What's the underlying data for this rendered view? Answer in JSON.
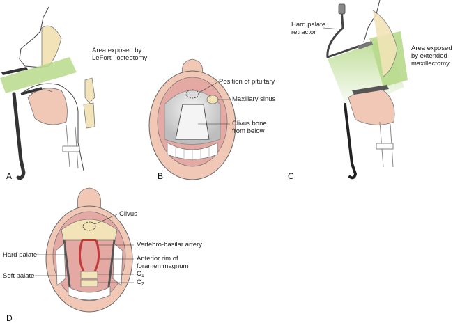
{
  "panels": {
    "a": {
      "letter": "A",
      "area_label": "Area exposed by\nLeFort I osteotomy"
    },
    "b": {
      "letter": "B",
      "pituitary_label": "Position of pituitary",
      "sinus_label": "Maxillary sinus",
      "clivus_label": "Clivus bone\nfrom below"
    },
    "c": {
      "letter": "C",
      "retractor_label": "Hard palate\nretractor",
      "area_label": "Area exposed\nby extended\nmaxillectomy"
    },
    "d": {
      "letter": "D",
      "clivus_label": "Clivus",
      "artery_label": "Vertebro-basilar artery",
      "hard_palate_label": "Hard palate",
      "foramen_label": "Anterior rim of\nforamen magnum",
      "soft_palate_label": "Soft palate",
      "c1_main": "C",
      "c1_sub": "1",
      "c2_main": "C",
      "c2_sub": "2"
    }
  },
  "colors": {
    "green_area": "#b7d98b",
    "bone": "#f2e4b8",
    "tissue": "#f1c7b6",
    "mucosa": "#e4a9a3",
    "retractor": "#555555",
    "gray_area": "#d9d9d9"
  }
}
